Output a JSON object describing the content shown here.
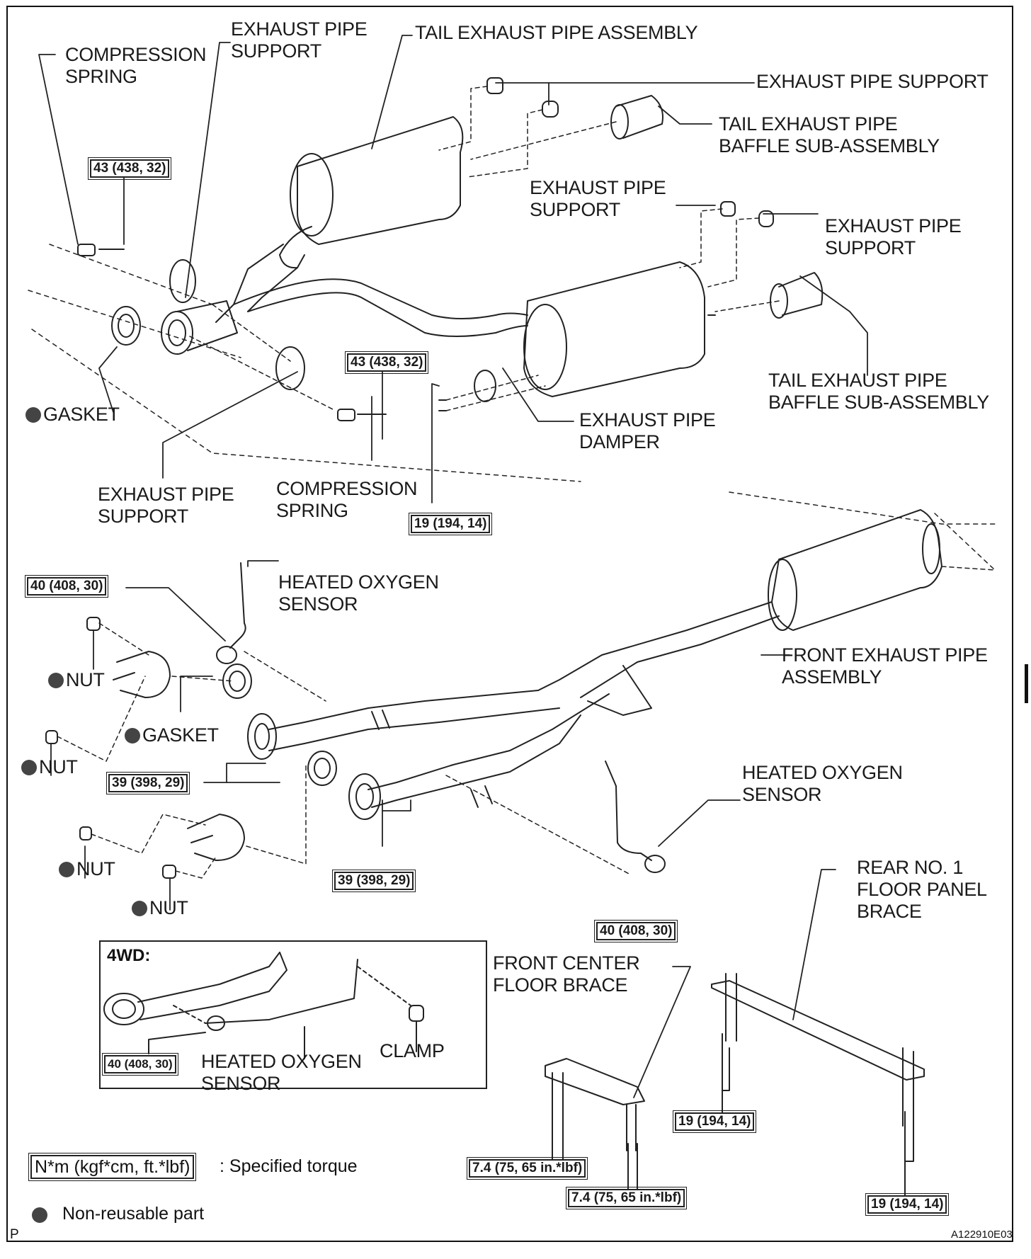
{
  "diagram": {
    "title": "Exhaust system components",
    "figure_id": "A122910E03",
    "corner_mark": "P",
    "labels": {
      "compression_spring_top": "COMPRESSION\nSPRING",
      "exhaust_pipe_support_top_left": "EXHAUST PIPE\nSUPPORT",
      "tail_exhaust_pipe_assembly": "TAIL EXHAUST PIPE ASSEMBLY",
      "exhaust_pipe_support_top_right": "EXHAUST PIPE SUPPORT",
      "tail_baffle_top": "TAIL EXHAUST PIPE\nBAFFLE SUB-ASSEMBLY",
      "exhaust_pipe_support_mid": "EXHAUST PIPE\nSUPPORT",
      "exhaust_pipe_support_mid_right": "EXHAUST PIPE\nSUPPORT",
      "tail_baffle_mid": "TAIL EXHAUST PIPE\nBAFFLE SUB-ASSEMBLY",
      "gasket_upper": "GASKET",
      "exhaust_pipe_damper": "EXHAUST PIPE\nDAMPER",
      "exhaust_pipe_support_lower": "EXHAUST PIPE\nSUPPORT",
      "compression_spring_lower": "COMPRESSION\nSPRING",
      "heated_oxygen_sensor_upper": "HEATED OXYGEN\nSENSOR",
      "nut_1": "NUT",
      "gasket_lower": "GASKET",
      "nut_2": "NUT",
      "front_exhaust_pipe_assembly": "FRONT EXHAUST PIPE\nASSEMBLY",
      "heated_oxygen_sensor_lower": "HEATED OXYGEN\nSENSOR",
      "nut_3": "NUT",
      "nut_4": "NUT",
      "rear_floor_panel_brace": "REAR NO. 1\nFLOOR PANEL\nBRACE",
      "front_center_floor_brace": "FRONT CENTER\nFLOOR BRACE"
    },
    "torques": {
      "t_43_top": "43 (438, 32)",
      "t_43_mid": "43 (438, 32)",
      "t_19_mid": "19 (194, 14)",
      "t_40_upper": "40 (408, 30)",
      "t_39_left": "39 (398, 29)",
      "t_39_center": "39 (398, 29)",
      "t_40_lower": "40 (408, 30)",
      "t_19_brace_left": "19 (194, 14)",
      "t_7_4_left": "7.4 (75, 65 in.*lbf)",
      "t_7_4_right": "7.4 (75, 65 in.*lbf)",
      "t_19_brace_right": "19 (194, 14)"
    },
    "inset": {
      "title": "4WD:",
      "torque": "40 (408, 30)",
      "sensor_label": "HEATED OXYGEN\nSENSOR",
      "clamp_label": "CLAMP"
    },
    "legend": {
      "torque_unit": "N*m (kgf*cm, ft.*lbf)",
      "torque_desc": ": Specified torque",
      "non_reusable": "Non-reusable part"
    }
  }
}
